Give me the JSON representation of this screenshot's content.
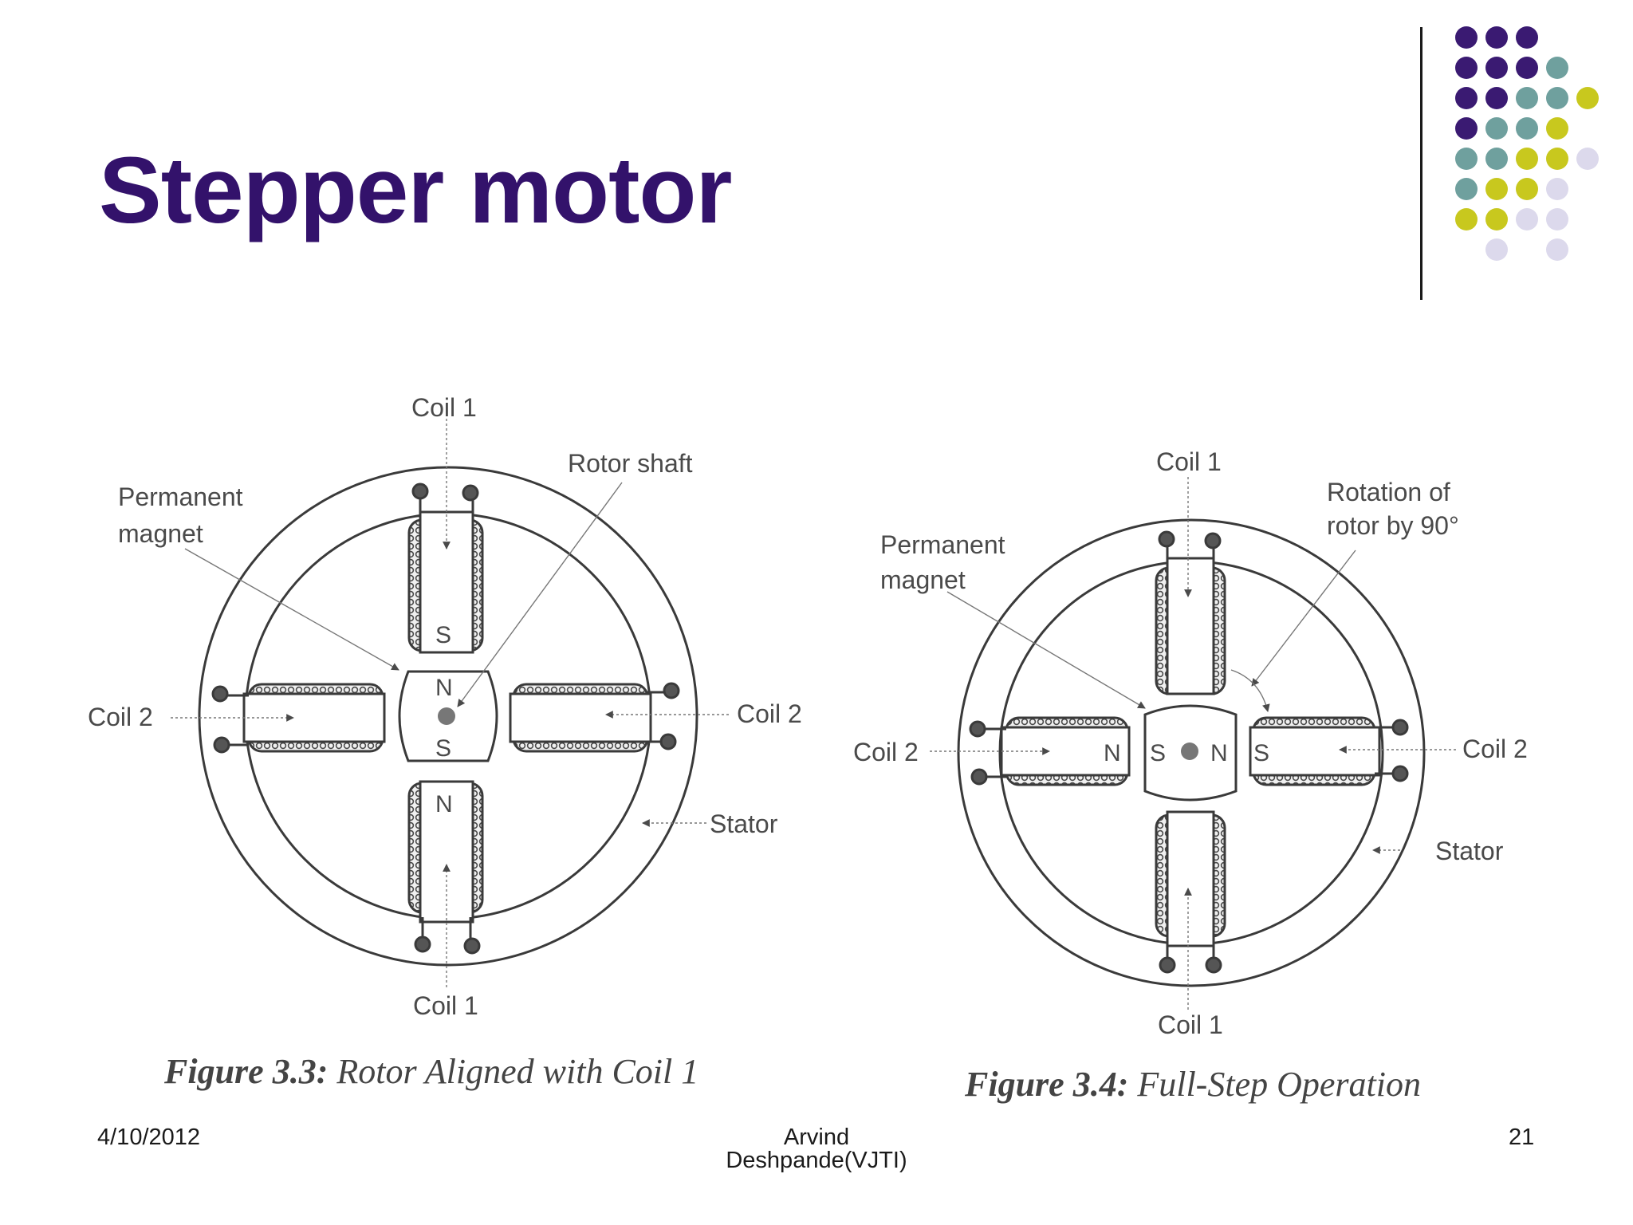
{
  "slide": {
    "title": "Stepper motor"
  },
  "footer": {
    "date": "4/10/2012",
    "author": "Arvind Deshpande(VJTI)",
    "page": "21"
  },
  "figure1": {
    "labels": {
      "coil1_top": "Coil 1",
      "coil1_bottom": "Coil 1",
      "coil2_left": "Coil 2",
      "coil2_right": "Coil 2",
      "permanent_magnet_line1": "Permanent",
      "permanent_magnet_line2": "magnet",
      "rotor_shaft": "Rotor shaft",
      "stator": "Stator",
      "pole_top": "S",
      "pole_bottom": "N",
      "rotor_top": "N",
      "rotor_bottom": "S"
    },
    "caption_bold": "Figure 3.3:",
    "caption_text": " Rotor Aligned with Coil 1"
  },
  "figure2": {
    "labels": {
      "coil1_top": "Coil 1",
      "coil1_bottom": "Coil 1",
      "coil2_left": "Coil 2",
      "coil2_right": "Coil 2",
      "permanent_magnet_line1": "Permanent",
      "permanent_magnet_line2": "magnet",
      "rotation_line1": "Rotation of",
      "rotation_line2": "rotor by 90°",
      "stator": "Stator",
      "pole_left": "N",
      "rotor_left": "S",
      "rotor_right": "N",
      "pole_right": "S"
    },
    "caption_bold": "Figure 3.4:",
    "caption_text": " Full-Step Operation"
  },
  "colors": {
    "title": "#33126b",
    "purple_dot": "#3a1a72",
    "teal_dot": "#6fa09e",
    "yellow_dot": "#c8c81e",
    "lavender_dot": "#dcd9ec"
  }
}
